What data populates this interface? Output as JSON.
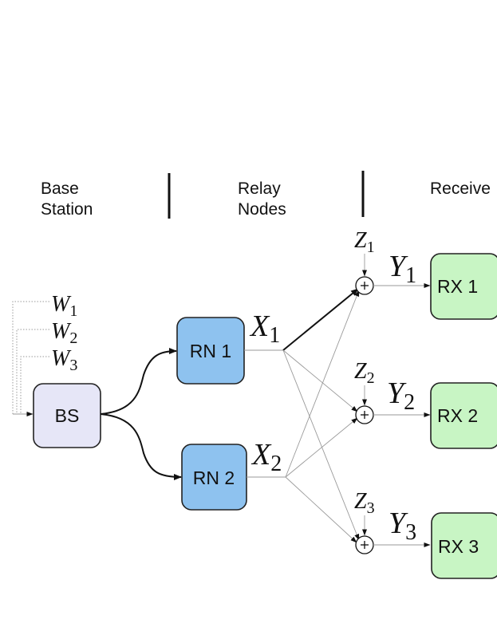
{
  "headers": {
    "base_station": [
      "Base",
      "Station"
    ],
    "relay_nodes": [
      "Relay",
      "Nodes"
    ],
    "receivers": "Receive"
  },
  "nodes": {
    "bs": "BS",
    "rn1": "RN 1",
    "rn2": "RN 2",
    "rx1": "RX 1",
    "rx2": "RX 2",
    "rx3": "RX 3"
  },
  "messages": [
    {
      "letter": "W",
      "index": "1"
    },
    {
      "letter": "W",
      "index": "2"
    },
    {
      "letter": "W",
      "index": "3"
    }
  ],
  "relay_outputs": [
    {
      "letter": "X",
      "index": "1"
    },
    {
      "letter": "X",
      "index": "2"
    }
  ],
  "noises": [
    {
      "letter": "Z",
      "index": "1"
    },
    {
      "letter": "Z",
      "index": "2"
    },
    {
      "letter": "Z",
      "index": "3"
    }
  ],
  "received_signals": [
    {
      "letter": "Y",
      "index": "1"
    },
    {
      "letter": "Y",
      "index": "2"
    },
    {
      "letter": "Y",
      "index": "3"
    }
  ],
  "colors": {
    "bs_fill": "#e6e6f7",
    "rn_fill": "#8ec2ef",
    "rx_fill": "#c8f5c4"
  }
}
